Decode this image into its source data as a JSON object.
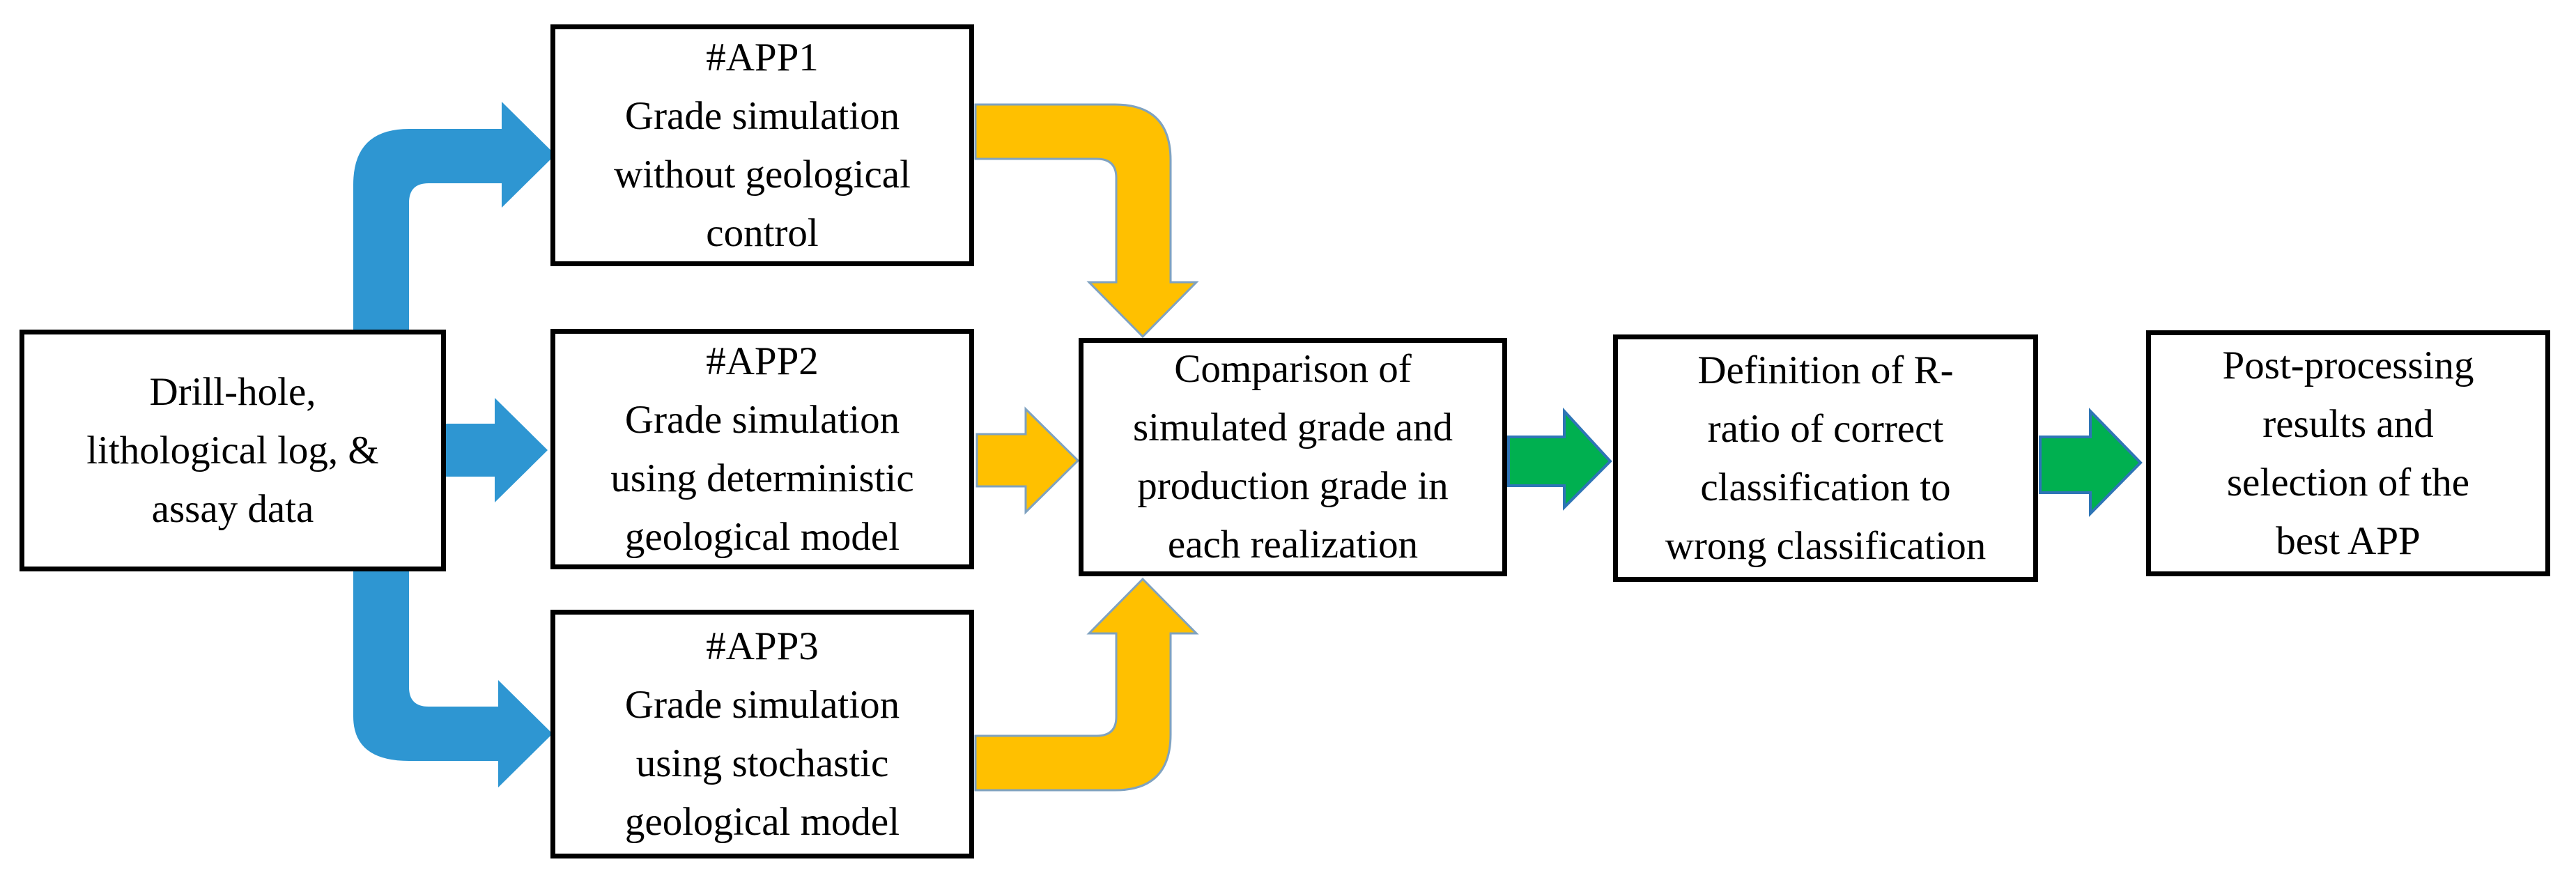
{
  "figure": {
    "type": "flowchart",
    "description": "Workflow comparing three grade-simulation approaches (APPs) to select the best one"
  },
  "colors": {
    "background": "#FFFFFF",
    "box_fill": "#FFFFFF",
    "box_border": "#000000",
    "text": "#000000",
    "blue_arrow": "#2E96D2",
    "yellow_arrow": "#FFC000",
    "yellow_arrow_outline": "#7FA2C0",
    "green_arrow": "#00B050",
    "green_arrow_outline": "#2E75B6"
  },
  "boxes": {
    "input": {
      "lines": [
        "Drill-hole,",
        "lithological log, &",
        "assay data"
      ]
    },
    "app1": {
      "lines": [
        "#APP1",
        "Grade simulation",
        "without geological",
        "control"
      ]
    },
    "app2": {
      "lines": [
        "#APP2",
        "Grade simulation",
        "using deterministic",
        "geological model"
      ]
    },
    "app3": {
      "lines": [
        "#APP3",
        "Grade simulation",
        "using stochastic",
        "geological model"
      ]
    },
    "comparison": {
      "lines": [
        "Comparison of",
        "simulated grade and",
        "production grade in",
        "each realization"
      ]
    },
    "r_ratio": {
      "lines": [
        "Definition of R-",
        "ratio of correct",
        "classification to",
        "wrong classification"
      ]
    },
    "post_processing": {
      "lines": [
        "Post-processing",
        "results and",
        "selection of the",
        "best APP"
      ]
    }
  },
  "arrows": [
    {
      "from": "input",
      "to": "app1",
      "color": "blue",
      "shape": "elbow-up-then-right"
    },
    {
      "from": "input",
      "to": "app2",
      "color": "blue",
      "shape": "straight-right"
    },
    {
      "from": "input",
      "to": "app3",
      "color": "blue",
      "shape": "elbow-down-then-right"
    },
    {
      "from": "app1",
      "to": "comparison",
      "color": "yellow",
      "shape": "elbow-right-then-down"
    },
    {
      "from": "app2",
      "to": "comparison",
      "color": "yellow",
      "shape": "straight-right"
    },
    {
      "from": "app3",
      "to": "comparison",
      "color": "yellow",
      "shape": "elbow-right-then-up"
    },
    {
      "from": "comparison",
      "to": "r_ratio",
      "color": "green",
      "shape": "straight-right"
    },
    {
      "from": "r_ratio",
      "to": "post_processing",
      "color": "green",
      "shape": "straight-right"
    }
  ]
}
